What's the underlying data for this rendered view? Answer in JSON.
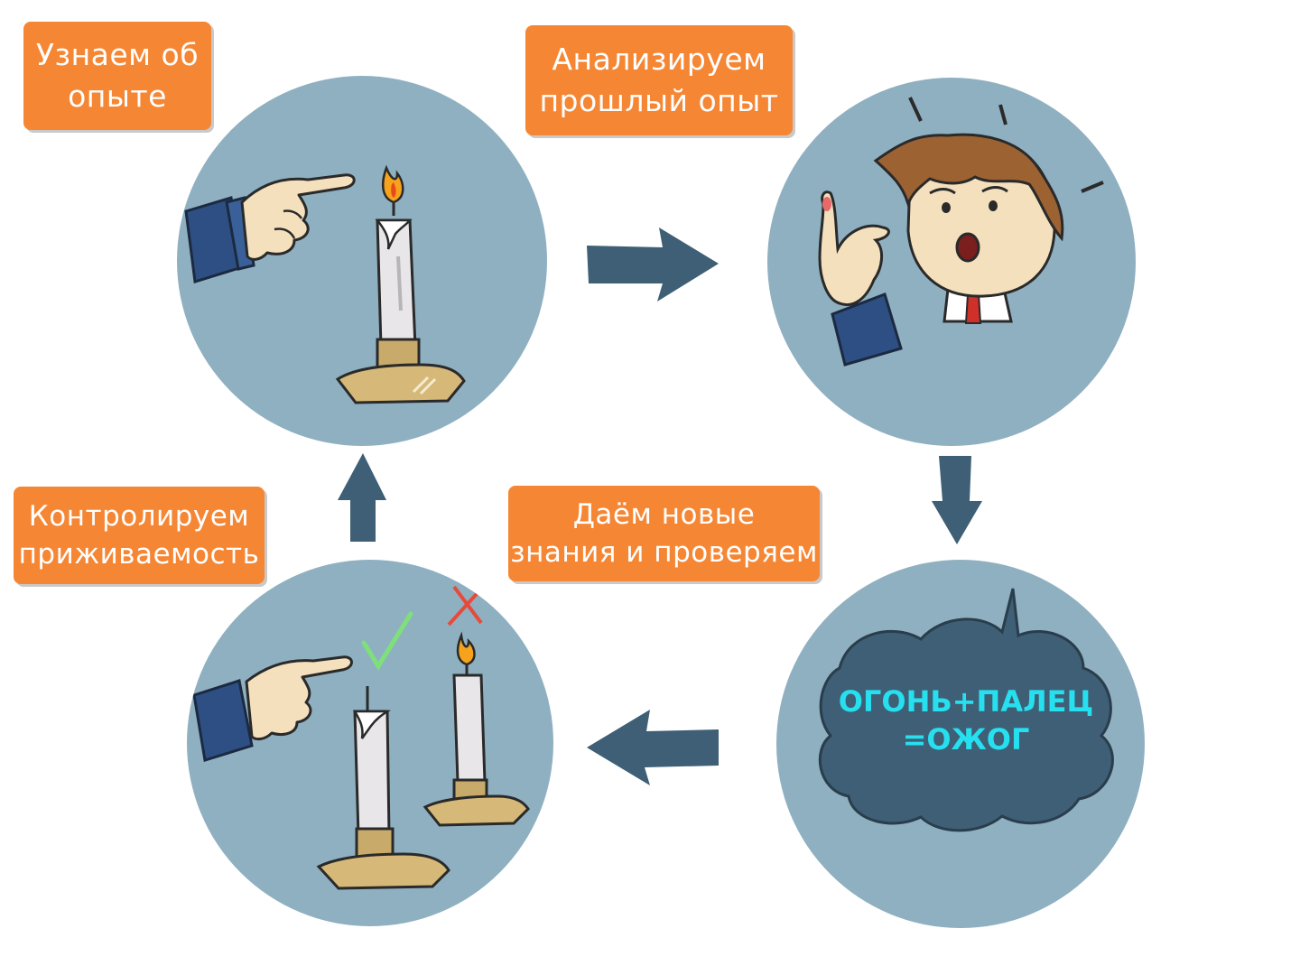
{
  "steps": {
    "learn": {
      "label": "Узнаем об\nопыте"
    },
    "analyze": {
      "label": "Анализируем\nпрошлый опыт"
    },
    "teach": {
      "label": "Даём новые\nзнания и проверяем"
    },
    "control": {
      "label": "Контролируем\nприживаемость"
    }
  },
  "thought": {
    "text": "ОГОНЬ+ПАЛЕЦ\n=ОЖОГ"
  },
  "colors": {
    "label_bg": "#f58634",
    "circle_bg": "#8fb0c1",
    "arrow": "#3e5f75",
    "cloud": "#3e5f75",
    "cloud_text": "#26e0ef",
    "check": "#7ee07a",
    "cross": "#e84a3a"
  },
  "icons": [
    "pointing-hand-icon",
    "candle-icon",
    "surprised-man-icon",
    "thought-cloud-icon",
    "check-icon",
    "cross-icon",
    "arrow-right-icon",
    "arrow-down-icon",
    "arrow-left-icon",
    "arrow-up-icon"
  ]
}
